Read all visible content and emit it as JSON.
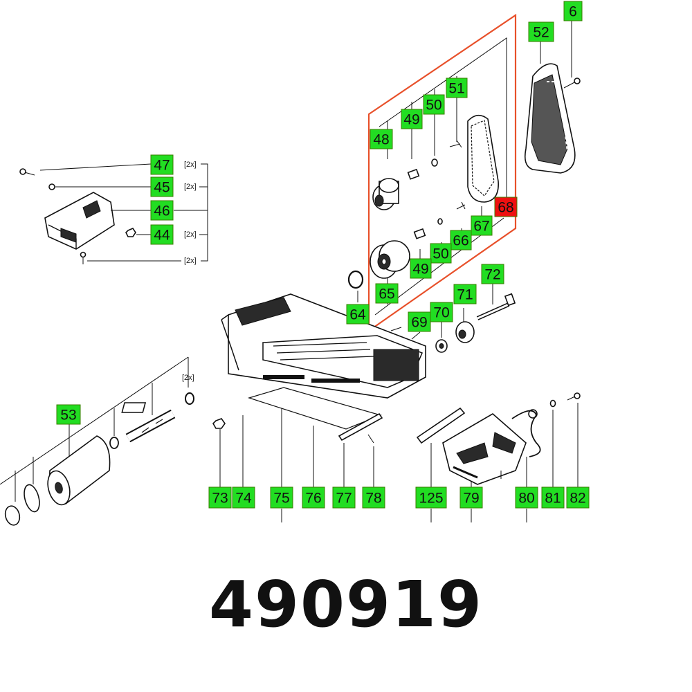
{
  "part_number": "490919",
  "colors": {
    "label_fill": "#22dd22",
    "label_highlight": "#ee1111",
    "frame": "#e8502a"
  },
  "labels": [
    {
      "id": "6",
      "text": "6"
    },
    {
      "id": "52",
      "text": "52"
    },
    {
      "id": "51",
      "text": "51"
    },
    {
      "id": "50a",
      "text": "50"
    },
    {
      "id": "49a",
      "text": "49"
    },
    {
      "id": "48",
      "text": "48"
    },
    {
      "id": "47",
      "text": "47"
    },
    {
      "id": "45",
      "text": "45"
    },
    {
      "id": "46",
      "text": "46"
    },
    {
      "id": "44",
      "text": "44"
    },
    {
      "id": "68",
      "text": "68",
      "highlight": true
    },
    {
      "id": "67",
      "text": "67"
    },
    {
      "id": "66",
      "text": "66"
    },
    {
      "id": "50b",
      "text": "50"
    },
    {
      "id": "49b",
      "text": "49"
    },
    {
      "id": "65",
      "text": "65"
    },
    {
      "id": "64",
      "text": "64"
    },
    {
      "id": "72",
      "text": "72"
    },
    {
      "id": "71",
      "text": "71"
    },
    {
      "id": "70",
      "text": "70"
    },
    {
      "id": "69",
      "text": "69"
    },
    {
      "id": "53",
      "text": "53"
    },
    {
      "id": "73",
      "text": "73"
    },
    {
      "id": "74",
      "text": "74"
    },
    {
      "id": "75",
      "text": "75"
    },
    {
      "id": "76",
      "text": "76"
    },
    {
      "id": "77",
      "text": "77"
    },
    {
      "id": "78",
      "text": "78"
    },
    {
      "id": "125",
      "text": "125"
    },
    {
      "id": "79",
      "text": "79"
    },
    {
      "id": "80",
      "text": "80"
    },
    {
      "id": "81",
      "text": "81"
    },
    {
      "id": "82",
      "text": "82"
    }
  ],
  "quantities": {
    "q47": "[2x]",
    "q45": "[2x]",
    "q44": "[2x]",
    "q_bottom_screw": "[2x]",
    "q_spacer": "[2x]"
  }
}
